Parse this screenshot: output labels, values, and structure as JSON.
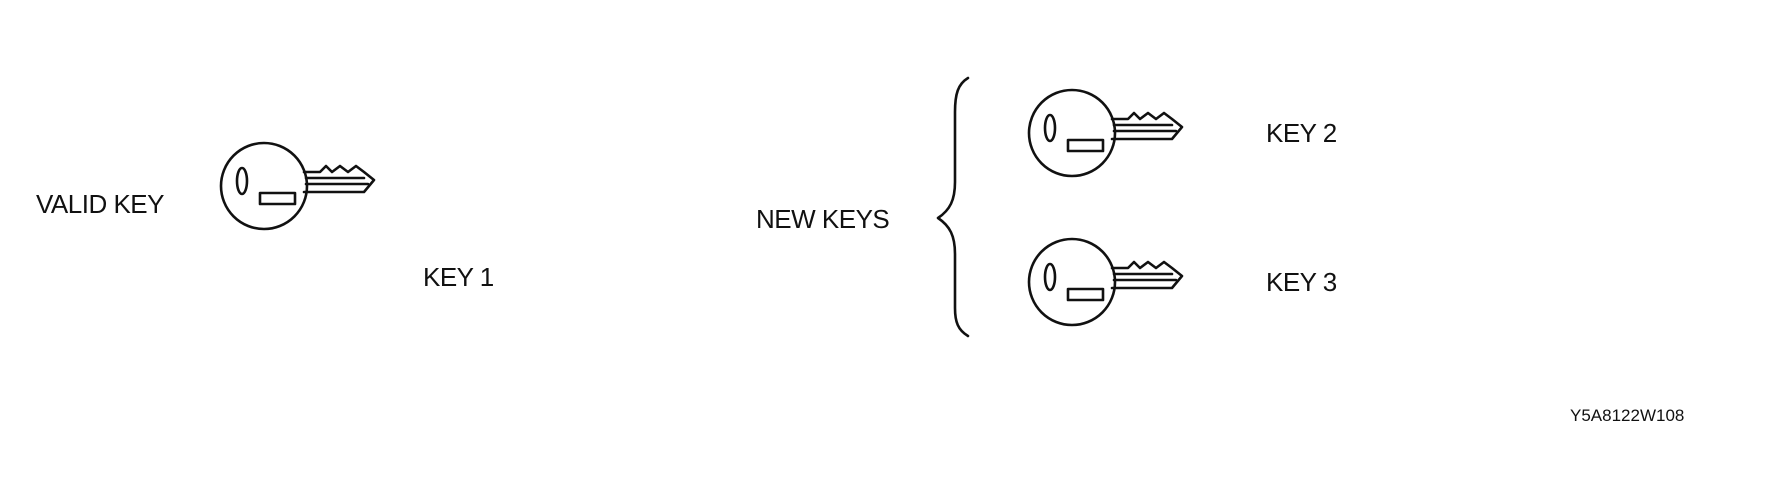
{
  "labels": {
    "valid_key": "VALID KEY",
    "key1": "KEY 1",
    "new_keys": "NEW KEYS",
    "key2": "KEY 2",
    "key3": "KEY 3",
    "figure_code": "Y5A8122W108"
  },
  "colors": {
    "ink": "#111111",
    "background": "#ffffff"
  },
  "icons": {
    "key": "key-icon",
    "brace": "curly-brace-icon"
  }
}
